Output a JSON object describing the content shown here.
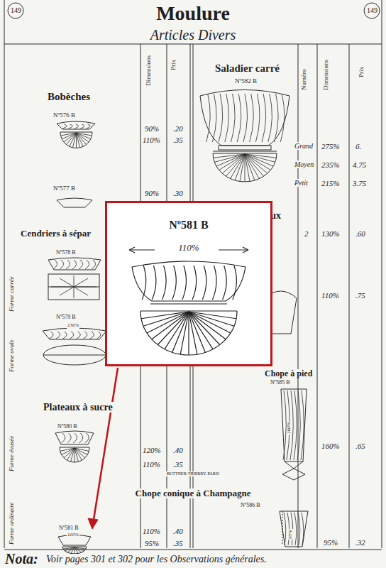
{
  "diagram": {
    "nodes": [
      {
        "text": [
          "Nº581 B",
          "110%"
        ]
      }
    ],
    "labels": [
      "149",
      "149",
      "Moulure",
      "Articles Divers",
      "Dimensions",
      "Prix",
      "Bobèches",
      "Nº576 B",
      "90%",
      ".20",
      "110%",
      ".35",
      "Nº577 B",
      "90%",
      ".30",
      "Cendriers à sépar",
      "Nº578 B",
      "Forme carrée",
      "Nº579 B",
      "130%",
      "Forme ovale",
      "Plateaux à sucre",
      "Nº580 B",
      "Forme évasée",
      "120%",
      ".40",
      "110%",
      ".35",
      "Nº581 B",
      "110%",
      "Forme ordinaire",
      "110%",
      ".40",
      "95%",
      ".35",
      "Saladier carré",
      "Nº582 B",
      "Numéro",
      "Dimensions",
      "Prix",
      "Grand",
      "275%",
      "6.",
      "Moyen",
      "235%",
      "4.75",
      "Petit",
      "215%",
      "3.75",
      "eux",
      "2",
      "130%",
      ".60",
      "110%",
      ".75",
      "Chope à pied",
      "Nº585 B",
      "160%",
      "160%",
      ".65",
      "BUTTNER-THIERRY, PARIS",
      "Chope conique à Champagne",
      "Nº586 B",
      "95%",
      "95%",
      ".32",
      "Nota:",
      "Voir pages 301 et 302 pour les Observations générales."
    ]
  }
}
